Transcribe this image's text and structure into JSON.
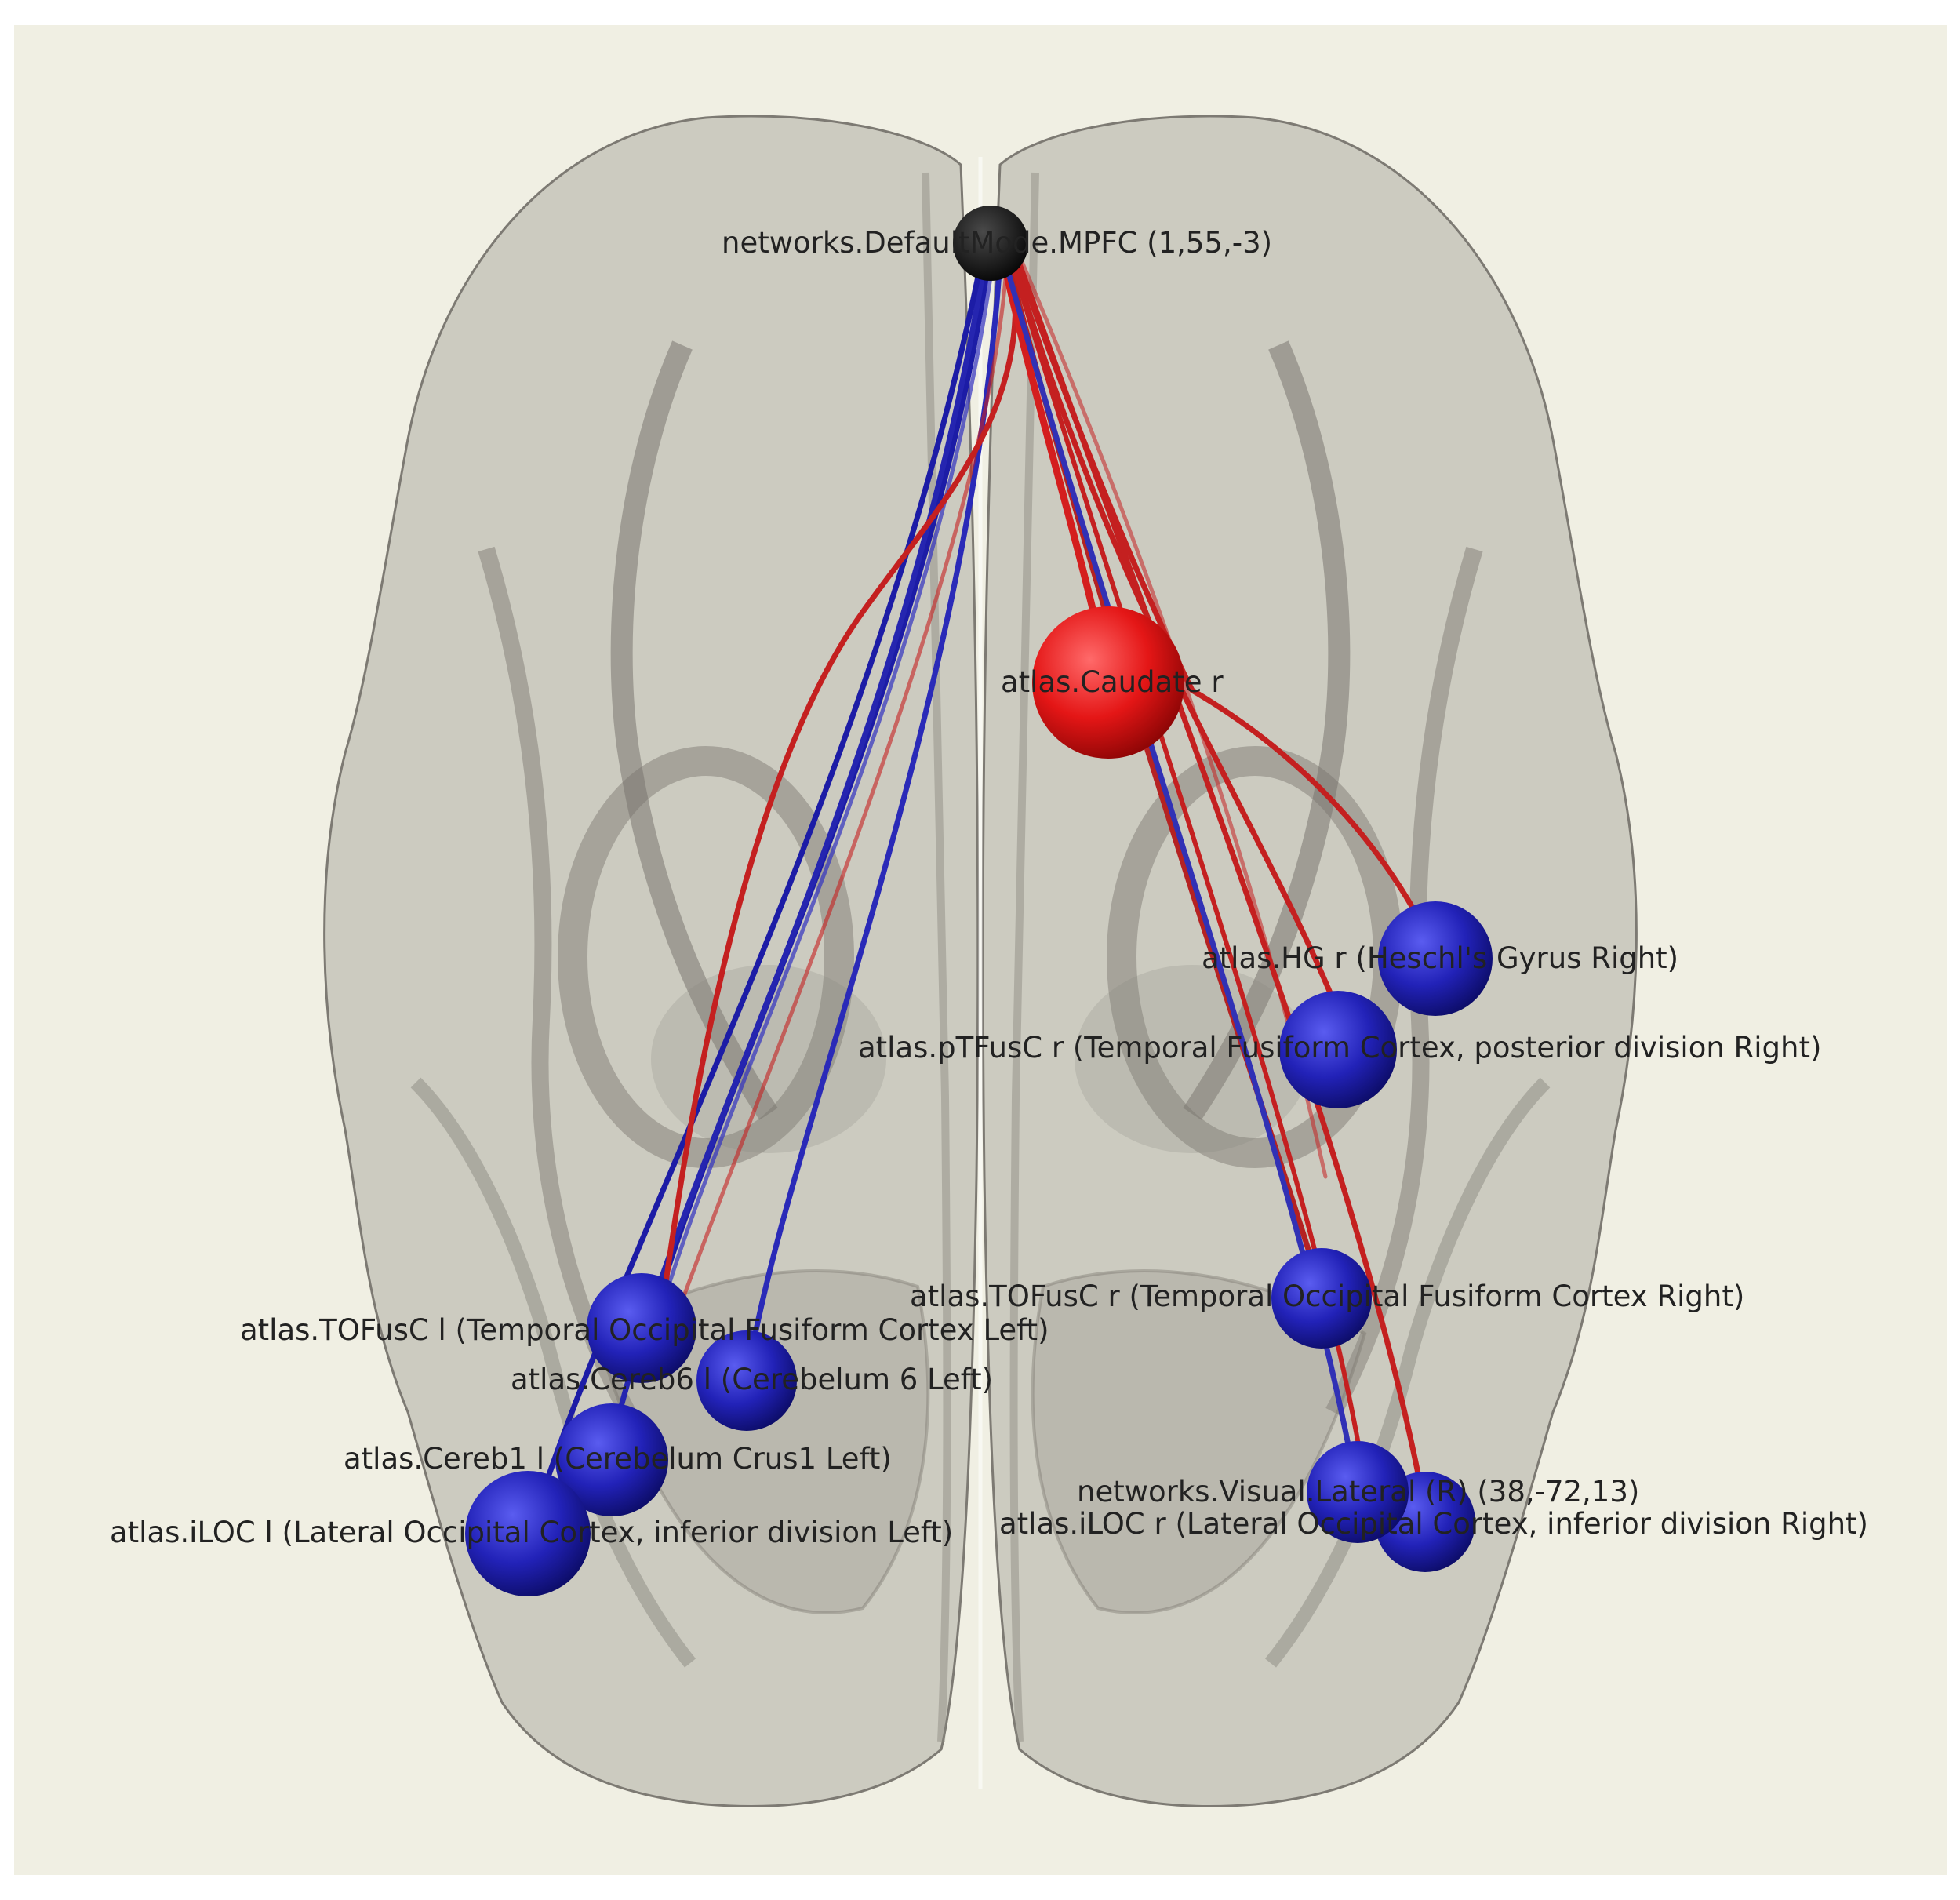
{
  "colors": {
    "background": "#f0efe3",
    "brain": "#8f8c84",
    "red": "#e01a1a",
    "blue": "#1c1ca6",
    "black": "#111111"
  },
  "hub": {
    "label": "networks.DefaultMode.MPFC (1,55,-3)",
    "color": "black"
  },
  "nodes": [
    {
      "key": "caudate",
      "label": "atlas.Caudate r",
      "color": "red"
    },
    {
      "key": "hg",
      "label": "atlas.HG r (Heschl's Gyrus Right)",
      "color": "blue"
    },
    {
      "key": "ptfusc",
      "label": "atlas.pTFusC r (Temporal Fusiform Cortex, posterior division Right)",
      "color": "blue"
    },
    {
      "key": "tofusc_r",
      "label": "atlas.TOFusC r (Temporal Occipital Fusiform Cortex Right)",
      "color": "blue"
    },
    {
      "key": "visual_lat",
      "label": "networks.Visual.Lateral (R) (38,-72,13)",
      "color": "blue"
    },
    {
      "key": "iloc_r",
      "label": "atlas.iLOC r (Lateral Occipital Cortex, inferior division Right)",
      "color": "blue"
    },
    {
      "key": "tofusc_l",
      "label": "atlas.TOFusC l (Temporal Occipital Fusiform Cortex Left)",
      "color": "blue"
    },
    {
      "key": "cereb6",
      "label": "atlas.Cereb6 l (Cerebelum 6 Left)",
      "color": "blue"
    },
    {
      "key": "cereb1",
      "label": "atlas.Cereb1 l (Cerebelum Crus1 Left)",
      "color": "blue"
    },
    {
      "key": "iloc_l",
      "label": "atlas.iLOC l (Lateral Occipital Cortex, inferior division Left)",
      "color": "blue"
    }
  ]
}
